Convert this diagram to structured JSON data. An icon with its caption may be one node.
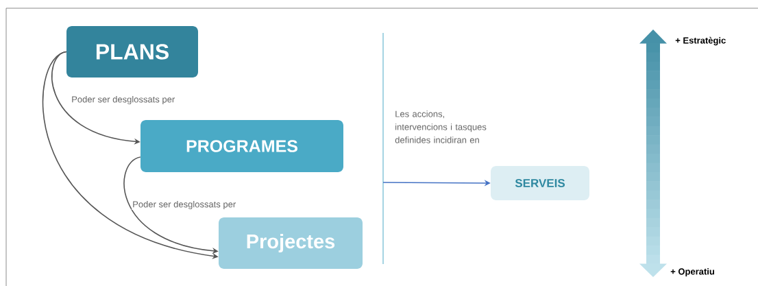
{
  "diagram": {
    "nodes": [
      {
        "text": [
          "PLANS"
        ]
      },
      {
        "text": [
          "PROGRAMES"
        ]
      },
      {
        "text": [
          "Projectes"
        ]
      },
      {
        "text": [
          "SERVEIS"
        ]
      }
    ],
    "edges": [
      {
        "from": 0,
        "to": 1,
        "arrow": "to",
        "label": "Poder ser desglossats per"
      },
      {
        "from": 0,
        "to": 2,
        "arrow": "to"
      },
      {
        "from": 1,
        "to": 2,
        "arrow": "to",
        "label": "Poder ser desglossats per"
      },
      {
        "from": null,
        "to": 3,
        "arrow": "to",
        "label": "Les accions, intervencions i tasques definides incidiran en",
        "color": "#4472c4"
      }
    ],
    "labels": [
      "+ Estratègic",
      "+ Operatiu"
    ]
  }
}
